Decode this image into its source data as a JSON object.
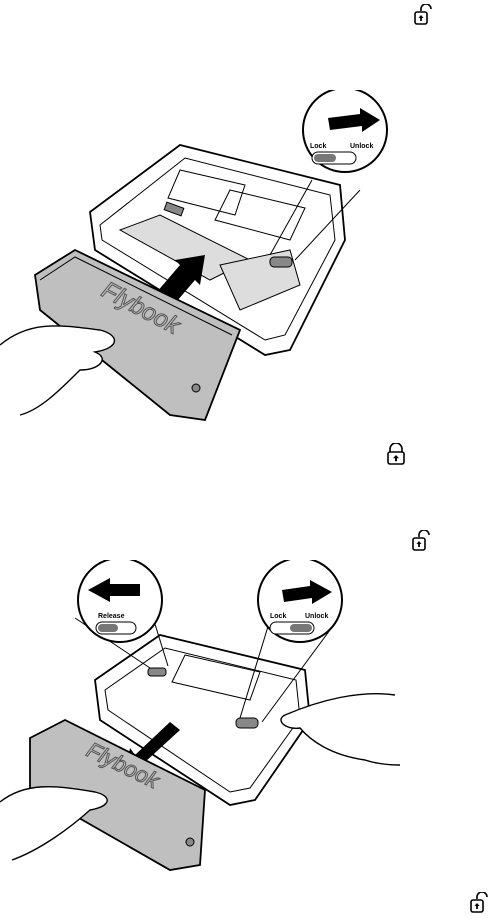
{
  "page": {
    "icons": {
      "top_right": "unlock-icon",
      "mid_right": "unlock-icon",
      "mid_right_2": "unlock-icon",
      "bottom_right": "unlock-icon"
    }
  },
  "figure_top": {
    "callout": {
      "lock_label": "Lock",
      "unlock_label": "Unlock"
    },
    "battery_brand": "Flybook"
  },
  "figure_bottom": {
    "callout_left": {
      "release_label": "Release"
    },
    "callout_right": {
      "lock_label": "Lock",
      "unlock_label": "Unlock"
    },
    "battery_brand": "Flybook"
  }
}
